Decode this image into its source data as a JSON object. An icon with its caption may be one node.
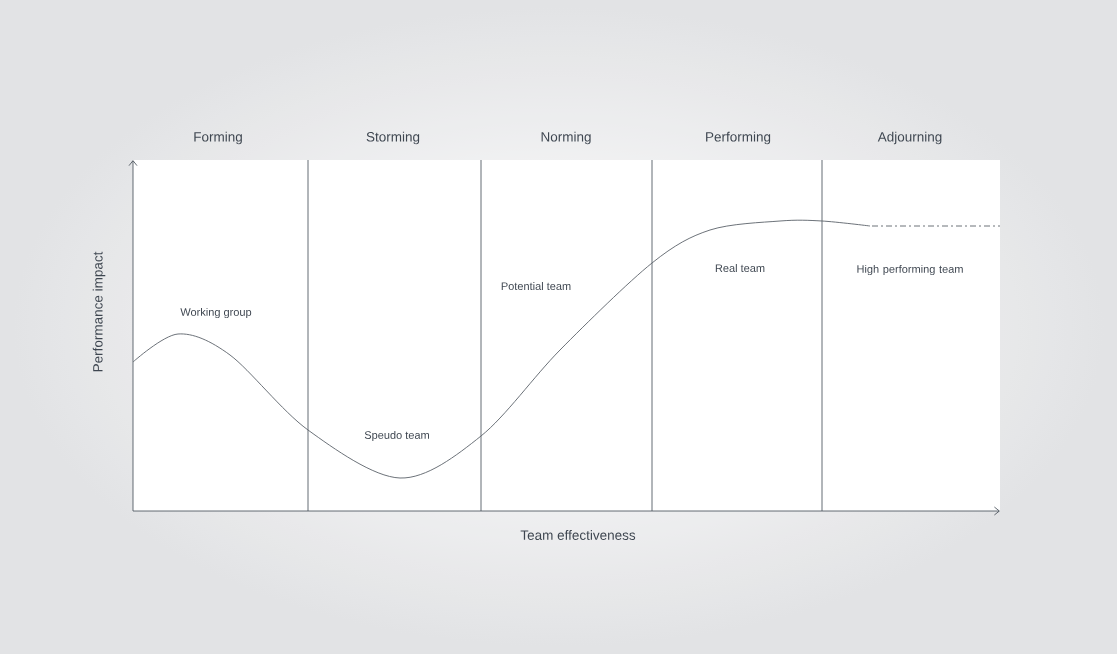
{
  "diagram": {
    "labels": [
      "Forming",
      "Storming",
      "Norming",
      "Performing",
      "Adjourning",
      "Performance impact",
      "Real team",
      "High performing team",
      "Potential team",
      "Working group",
      "Speudo team",
      "Team effectiveness"
    ]
  }
}
